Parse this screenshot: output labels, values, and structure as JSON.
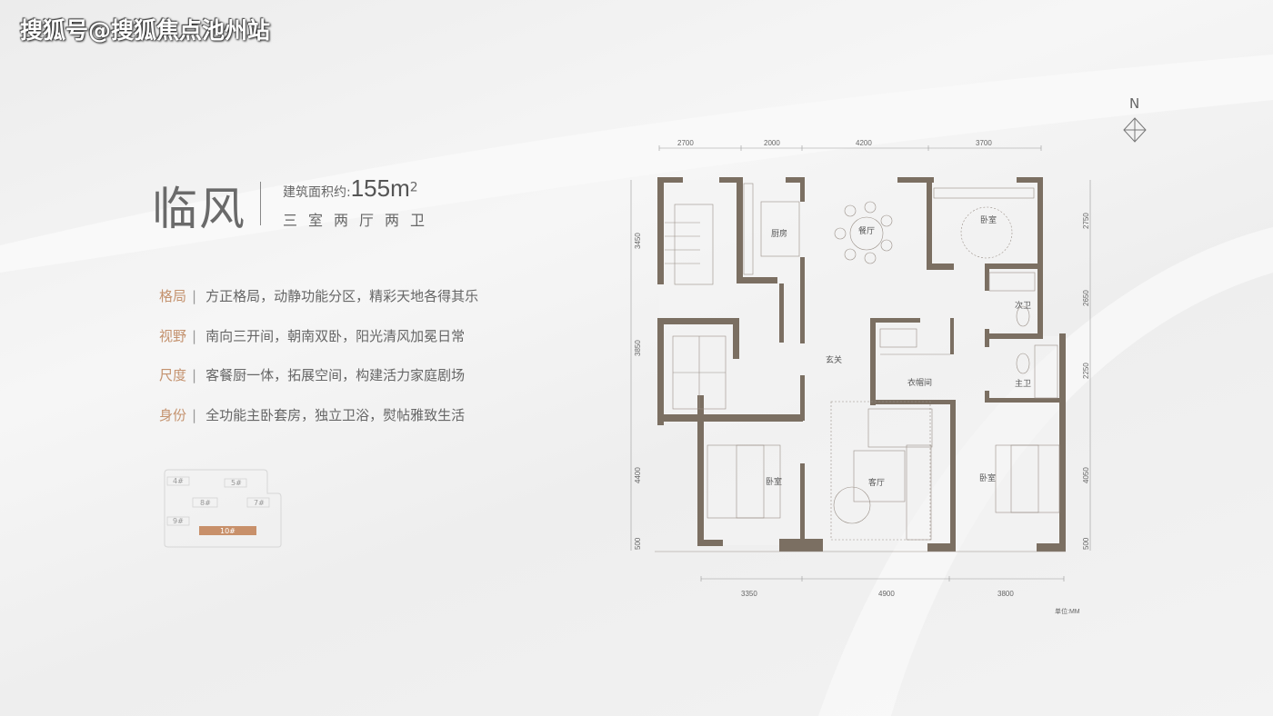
{
  "watermark": "搜狐号@搜狐焦点池州站",
  "unit": {
    "name": "临风",
    "area_label": "建筑面积约:",
    "area_value": "155m",
    "area_sup": "2",
    "layout": "三室两厅两卫"
  },
  "features": [
    {
      "key": "格局",
      "text": "方正格局，动静功能分区，精彩天地各得其乐"
    },
    {
      "key": "视野",
      "text": "南向三开间，朝南双卧，阳光清风加冕日常"
    },
    {
      "key": "尺度",
      "text": "客餐厨一体，拓展空间，构建活力家庭剧场"
    },
    {
      "key": "身份",
      "text": "全功能主卧套房，独立卫浴，熨帖雅致生活"
    }
  ],
  "site_plan": {
    "buildings": [
      "4#",
      "5#",
      "8#",
      "7#",
      "9#",
      "10#"
    ],
    "highlight": "10#"
  },
  "floorplan": {
    "north": "N",
    "unit_label": "单位:MM",
    "dims_top": [
      "2700",
      "2000",
      "4200",
      "3700"
    ],
    "dims_bottom": [
      "3350",
      "4900",
      "3800"
    ],
    "dims_left": [
      "3450",
      "3850",
      "4400",
      "500"
    ],
    "dims_right": [
      "2750",
      "2650",
      "2250",
      "4050",
      "500"
    ],
    "rooms": {
      "kitchen": "厨房",
      "dining": "餐厅",
      "bedroom_ne": "卧室",
      "second_bath": "次卫",
      "foyer": "玄关",
      "closet": "衣帽间",
      "master_bath": "主卫",
      "bedroom_sw": "卧室",
      "living": "客厅",
      "bedroom_se": "卧室"
    }
  },
  "colors": {
    "wall": "#7b6f62",
    "accent": "#c4926e",
    "highlight": "#c8906a"
  }
}
